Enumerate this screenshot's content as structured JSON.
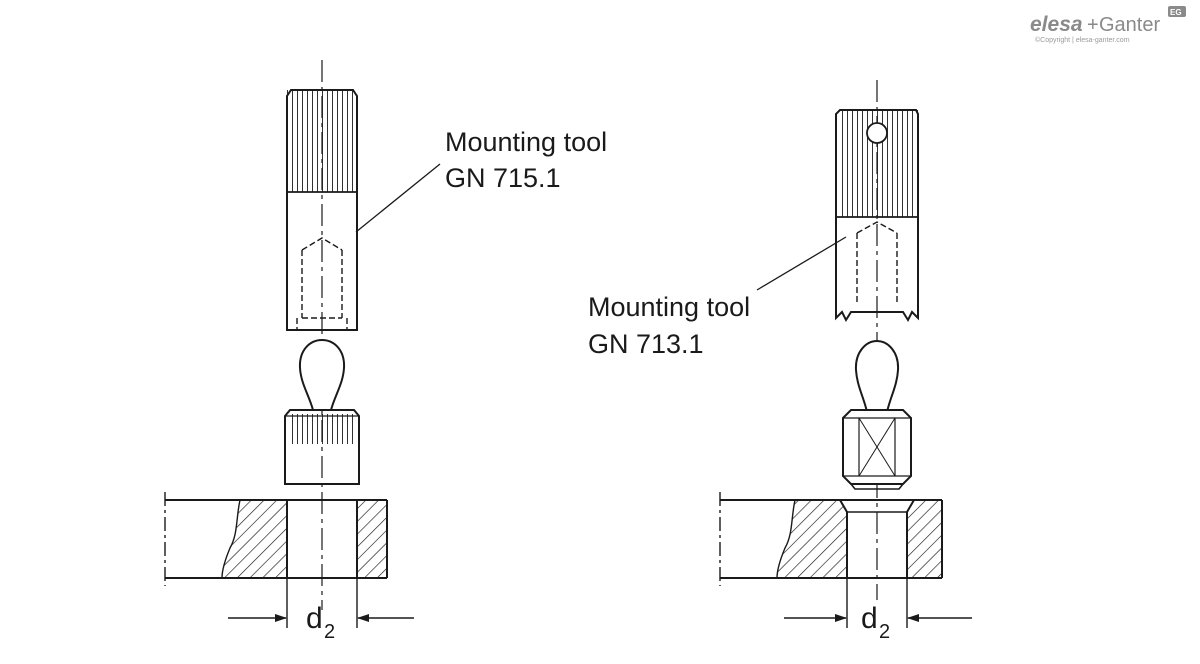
{
  "brand": {
    "name_a": "elesa",
    "name_plus": "+",
    "name_b": "Ganter",
    "badge": "EG",
    "copyright": "©Copyright | elesa-ganter.com"
  },
  "left_figure": {
    "tool_label_line1": "Mounting tool",
    "tool_label_line2": "GN 715.1",
    "dimension_letter": "d",
    "dimension_subscript": "2"
  },
  "right_figure": {
    "tool_label_line1": "Mounting tool",
    "tool_label_line2": "GN 713.1",
    "dimension_letter": "d",
    "dimension_subscript": "2"
  },
  "colors": {
    "line": "#1a1a1a",
    "logo": "#8a8a8a"
  }
}
